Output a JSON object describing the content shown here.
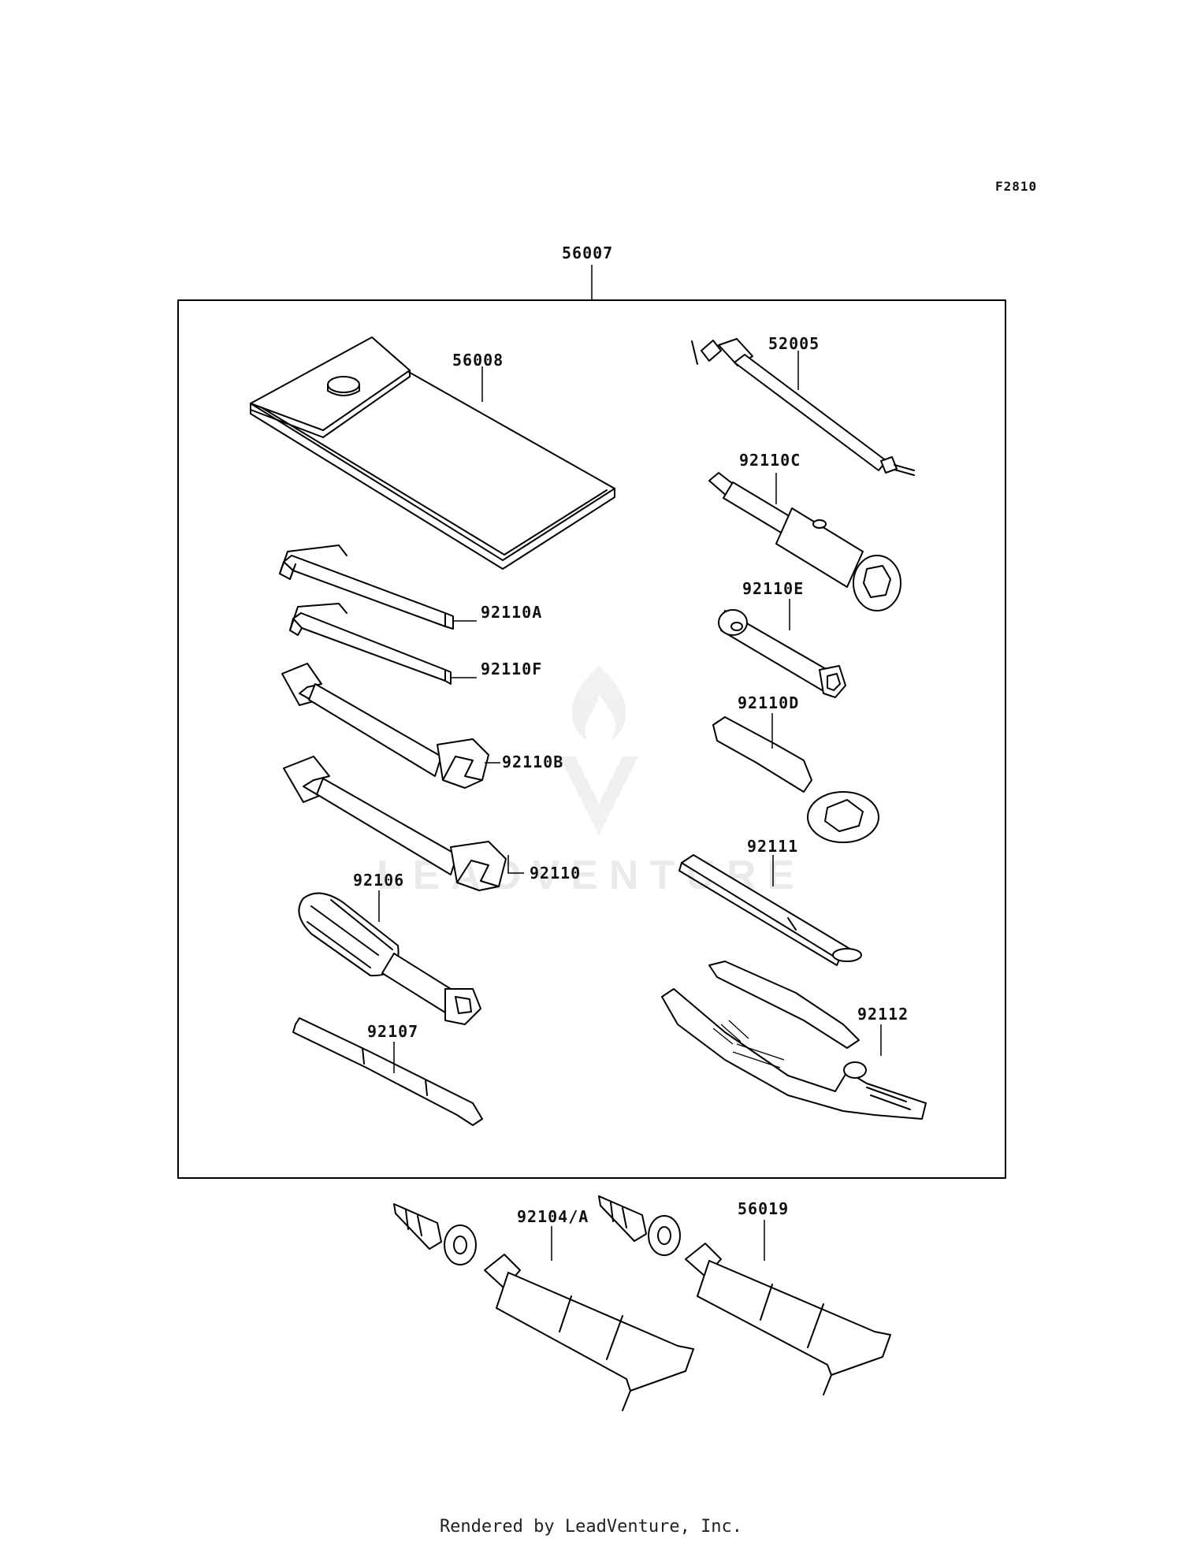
{
  "diagram_code": "F2810",
  "footer": "Rendered by LeadVenture, Inc.",
  "watermark": "LEADVENTURE",
  "assembly": {
    "part_number": "56007"
  },
  "parts": [
    {
      "id": "bag",
      "part_number": "56008"
    },
    {
      "id": "plug-wrench-handle",
      "part_number": "52005"
    },
    {
      "id": "plug-socket-wrench",
      "part_number": "92110C"
    },
    {
      "id": "hex-key-a",
      "part_number": "92110A"
    },
    {
      "id": "box-wrench-e",
      "part_number": "92110E"
    },
    {
      "id": "hex-key-f",
      "part_number": "92110F"
    },
    {
      "id": "ring-wrench-d",
      "part_number": "92110D"
    },
    {
      "id": "open-wrench-b",
      "part_number": "92110B"
    },
    {
      "id": "open-wrench",
      "part_number": "92110"
    },
    {
      "id": "extension-bar",
      "part_number": "92111"
    },
    {
      "id": "screwdriver-handle",
      "part_number": "92106"
    },
    {
      "id": "pliers",
      "part_number": "92112"
    },
    {
      "id": "screwdriver-bit",
      "part_number": "92107"
    },
    {
      "id": "grease-tube-a",
      "part_number": "92104/A"
    },
    {
      "id": "grease-tube-b",
      "part_number": "56019"
    }
  ]
}
